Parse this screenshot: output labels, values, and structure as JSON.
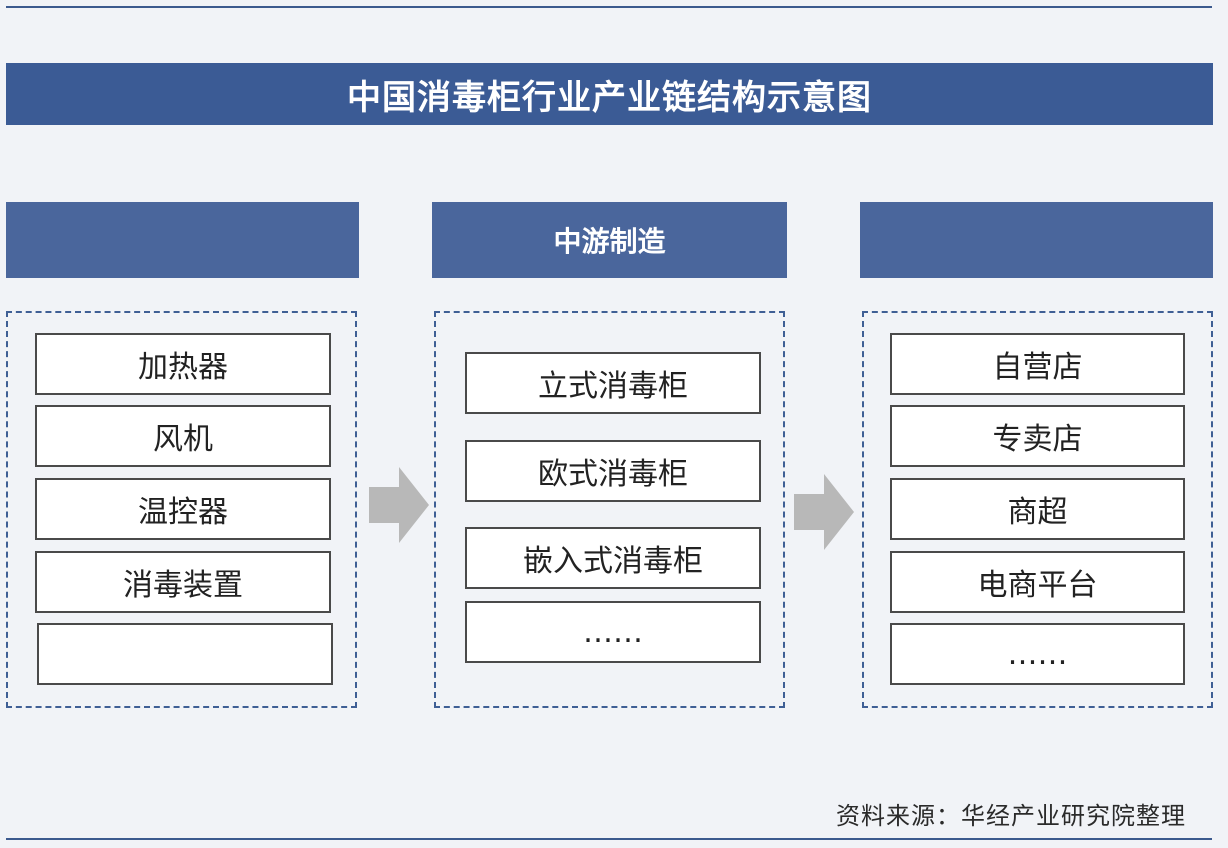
{
  "title": "中国消毒柜行业产业链结构示意图",
  "columns": [
    {
      "header": "",
      "items": [
        "加热器",
        "风机",
        "温控器",
        "消毒装置",
        ""
      ]
    },
    {
      "header": "中游制造",
      "items": [
        "立式消毒柜",
        "欧式消毒柜",
        "嵌入式消毒柜",
        "……"
      ]
    },
    {
      "header": "",
      "items": [
        "自营店",
        "专卖店",
        "商超",
        "电商平台",
        "……"
      ]
    }
  ],
  "source": "资料来源：华经产业研究院整理",
  "colors": {
    "title_bg": "#3b5b95",
    "header_bg": "#4a669c",
    "dashed_border": "#3f5f95",
    "arrow": "#b8b8b8"
  },
  "icons": [
    "arrow-right-icon",
    "arrow-right-icon"
  ]
}
